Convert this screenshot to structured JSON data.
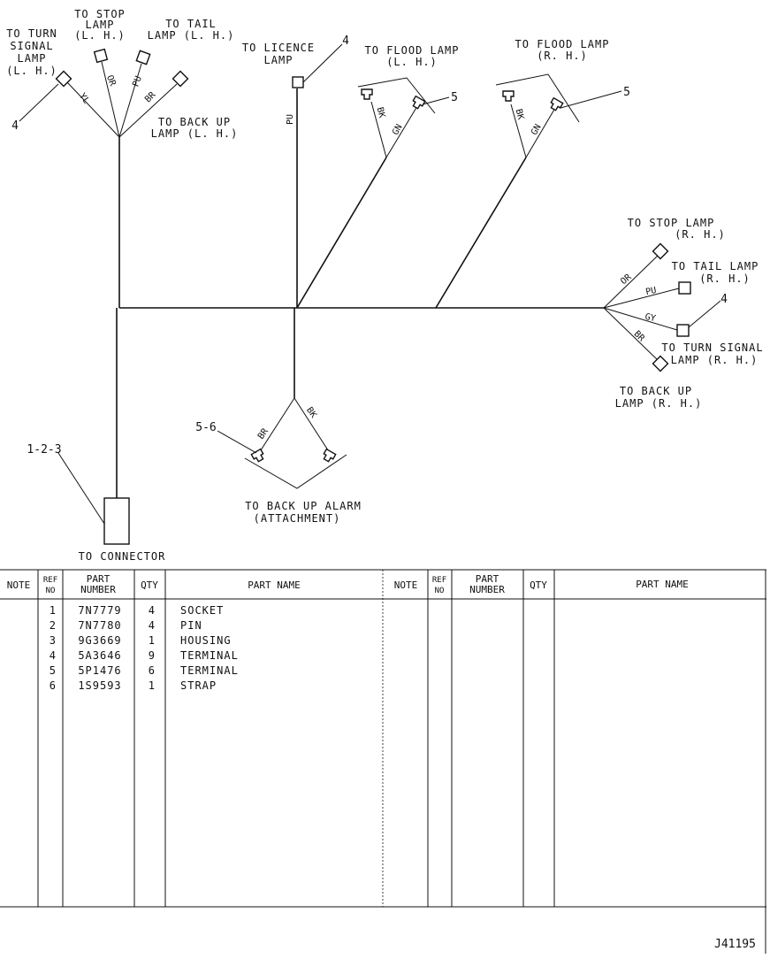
{
  "diagram": {
    "labels": {
      "turn_l": [
        "TO TURN",
        "SIGNAL",
        "LAMP",
        "(L. H.)"
      ],
      "stop_l": [
        "TO STOP",
        "LAMP",
        "(L. H.)"
      ],
      "tail_l": [
        "TO TAIL",
        "LAMP (L. H.)"
      ],
      "backup_l": [
        "TO BACK UP",
        "LAMP (L. H.)"
      ],
      "licence": [
        "TO LICENCE",
        "LAMP"
      ],
      "flood_l": [
        "TO FLOOD LAMP",
        "(L. H.)"
      ],
      "flood_r": [
        "TO FLOOD LAMP",
        "(R. H.)"
      ],
      "stop_r": [
        "TO STOP LAMP",
        "(R. H.)"
      ],
      "tail_r": [
        "TO TAIL LAMP",
        "(R. H.)"
      ],
      "turn_r": [
        "TO TURN SIGNAL",
        "LAMP (R. H.)"
      ],
      "backup_r": [
        "TO BACK UP",
        "LAMP (R. H.)"
      ],
      "alarm": [
        "TO BACK UP ALARM",
        "(ATTACHMENT)"
      ],
      "connector": "TO CONNECTOR"
    },
    "wire_codes": {
      "yl": "YL",
      "or_l": "OR",
      "pu_l": "PU",
      "br_l": "BR",
      "pu_lic": "PU",
      "bk_fl": "BK",
      "gn_fl": "GN",
      "bk_fr": "BK",
      "gn_fr": "GN",
      "or_r": "OR",
      "pu_r": "PU",
      "gy_r": "GY",
      "br_r": "BR",
      "br_a": "BR",
      "bk_a": "BK"
    },
    "callouts": {
      "turn_l": "4",
      "licence": "4",
      "flood_l": "5",
      "flood_r": "5",
      "turn_r": "4",
      "alarm": "5-6",
      "connector": "1-2-3"
    }
  },
  "table": {
    "headers": {
      "note": "NOTE",
      "ref_no": [
        "REF",
        "NO"
      ],
      "part_number": [
        "PART",
        "NUMBER"
      ],
      "qty": "QTY",
      "part_name": "PART NAME"
    },
    "rows": [
      {
        "ref": "1",
        "part": "7N7779",
        "qty": "4",
        "name": "SOCKET"
      },
      {
        "ref": "2",
        "part": "7N7780",
        "qty": "4",
        "name": "PIN"
      },
      {
        "ref": "3",
        "part": "9G3669",
        "qty": "1",
        "name": "HOUSING"
      },
      {
        "ref": "4",
        "part": "5A3646",
        "qty": "9",
        "name": "TERMINAL"
      },
      {
        "ref": "5",
        "part": "5P1476",
        "qty": "6",
        "name": "TERMINAL"
      },
      {
        "ref": "6",
        "part": "1S9593",
        "qty": "1",
        "name": "STRAP"
      }
    ]
  },
  "illustration_id": "J41195"
}
